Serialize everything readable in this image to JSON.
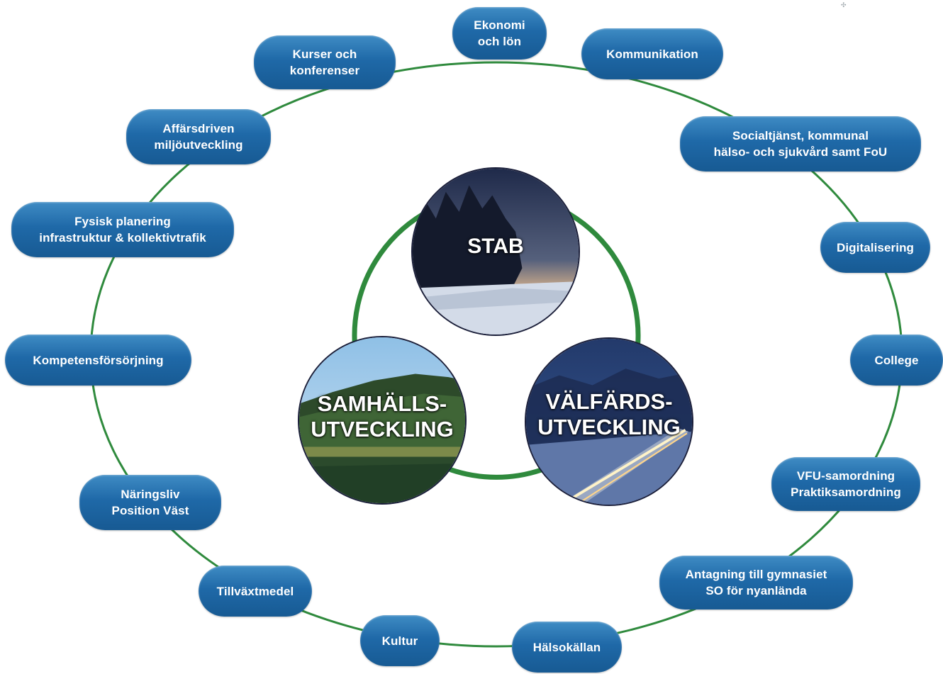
{
  "colors": {
    "ring": "#2f8a3d",
    "pill": "#1f69a8",
    "pill_text": "#ffffff"
  },
  "hubs": {
    "stab": "STAB",
    "samhall": "SAMHÄLLS-\nUTVECKLING",
    "valfard": "VÄLFÄRDS-\nUTVECKLING"
  },
  "units": [
    "Ekonomi\noch lön",
    "Kommunikation",
    "Socialtjänst, kommunal\nhälso- och sjukvård samt FoU",
    "Digitalisering",
    "College",
    "VFU-samordning\nPraktiksamordning",
    "Antagning till gymnasiet\nSO för nyanlända",
    "Hälsokällan",
    "Kultur",
    "Tillväxtmedel",
    "Näringsliv\nPosition Väst",
    "Kompetensförsörjning",
    "Fysisk planering\ninfrastruktur & kollektivtrafik",
    "Affärsdriven\nmiljöutveckling",
    "Kurser och\nkonferenser"
  ]
}
